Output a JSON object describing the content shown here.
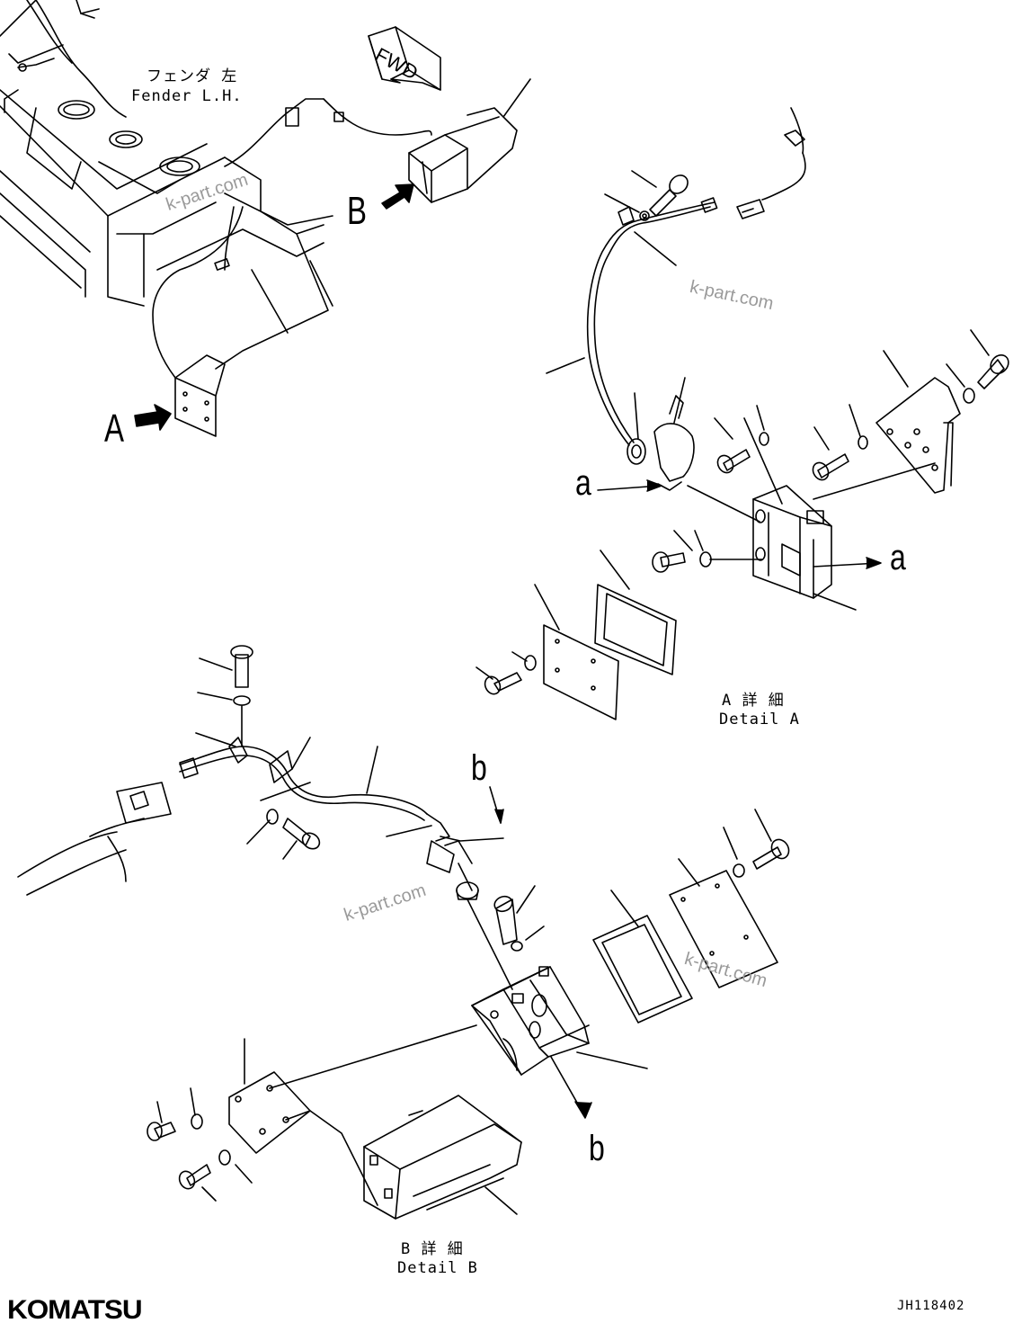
{
  "fender": {
    "jp": "フェンダ 左",
    "en": "Fender L.H."
  },
  "fwd_label": "FWD",
  "view_refs": {
    "a": "A",
    "b": "B"
  },
  "section_refs": {
    "a": "a",
    "b": "b"
  },
  "detail_a": {
    "jp": "A 詳 細",
    "en": "Detail A"
  },
  "detail_b": {
    "jp": "B 詳 細",
    "en": "Detail B"
  },
  "watermark": "k-part.com",
  "logo": "KOMATSU",
  "drawing_code": "JH118402",
  "colors": {
    "line": "#000000",
    "watermark": "#9a9a9a",
    "background": "#ffffff"
  }
}
